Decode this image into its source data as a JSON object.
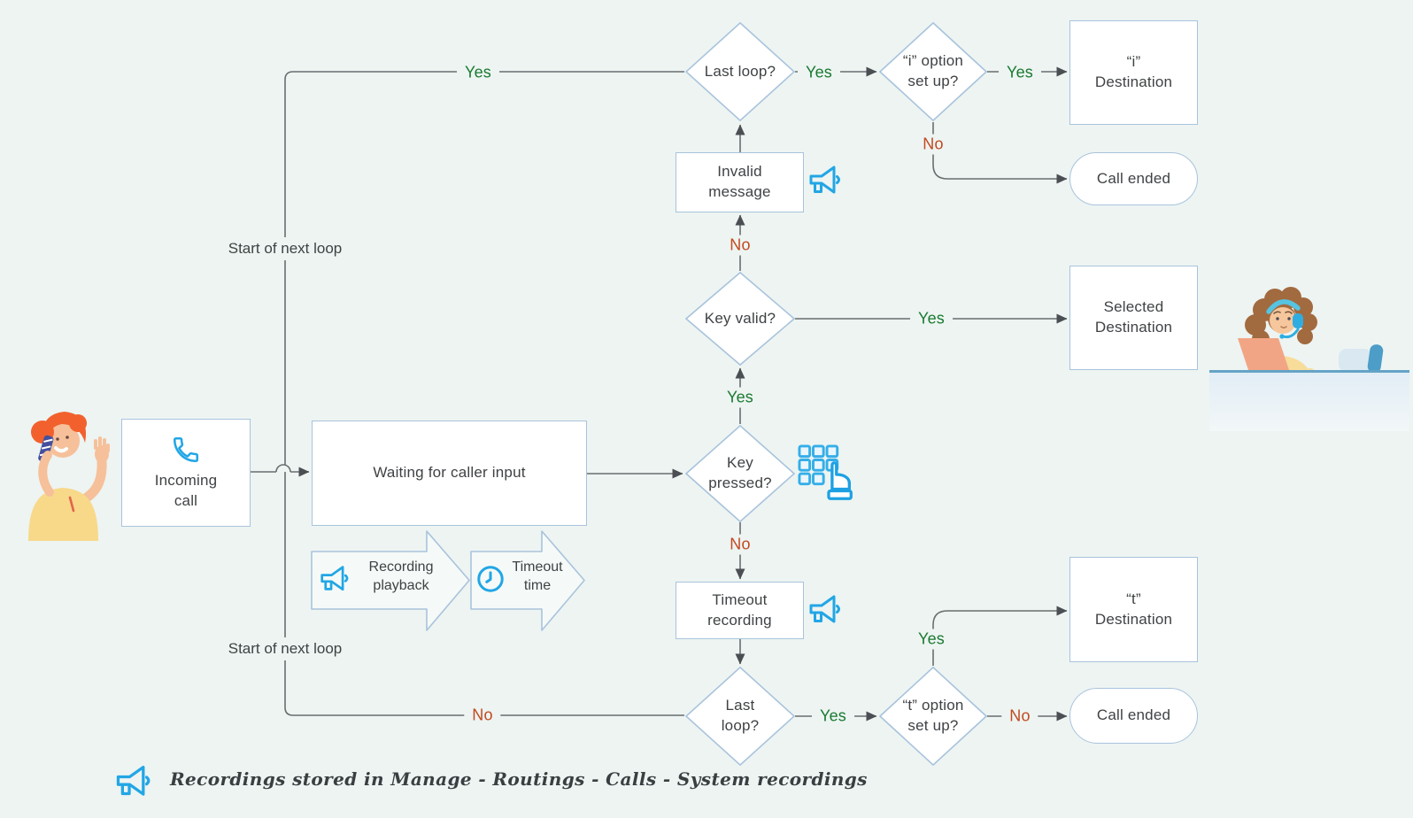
{
  "title": "IVR call routing flowchart",
  "colors": {
    "background": "#edf4f2",
    "yes_green": "#1b7a31",
    "no_red": "#c2491f",
    "connector_line": "#6a6d70",
    "shape_border": "#a9c3dc",
    "icon_blue": "#22a6e5",
    "text": "#3f4245"
  },
  "nodes": {
    "incoming_call": "Incoming call",
    "waiting_input": "Waiting for caller input",
    "recording_playback": "Recording playback",
    "timeout_time": "Timeout time",
    "key_pressed": "Key pressed?",
    "key_valid": "Key valid?",
    "invalid_message": "Invalid message",
    "last_loop_top": "Last loop?",
    "i_option": "“i” option set up?",
    "i_destination": "“i” Destination",
    "call_ended_top": "Call ended",
    "selected_destination": "Selected Destination",
    "timeout_recording": "Timeout recording",
    "last_loop_bottom": "Last loop?",
    "t_option": "“t” option set up?",
    "t_destination": "“t” Destination",
    "call_ended_bottom": "Call ended"
  },
  "edge_labels": {
    "loop_top_yes": "Yes",
    "last_top_yes": "Yes",
    "i_option_yes": "Yes",
    "i_option_no": "No",
    "key_valid_yes": "Yes",
    "key_valid_no": "No",
    "key_pressed_yes": "Yes",
    "key_pressed_no": "No",
    "loop_bottom_no": "No",
    "last_bottom_yes": "Yes",
    "t_option_yes": "Yes",
    "t_option_no": "No"
  },
  "loop_labels": {
    "top": "Start of next loop",
    "bottom": "Start of next loop"
  },
  "note": {
    "text": "Recordings stored in Manage - Routings - Calls - System recordings"
  },
  "icons": {
    "megaphone": "megaphone-icon",
    "phone": "phone-icon",
    "clock": "clock-icon",
    "keypad_hand": "keypad-pointing-hand-icon"
  }
}
